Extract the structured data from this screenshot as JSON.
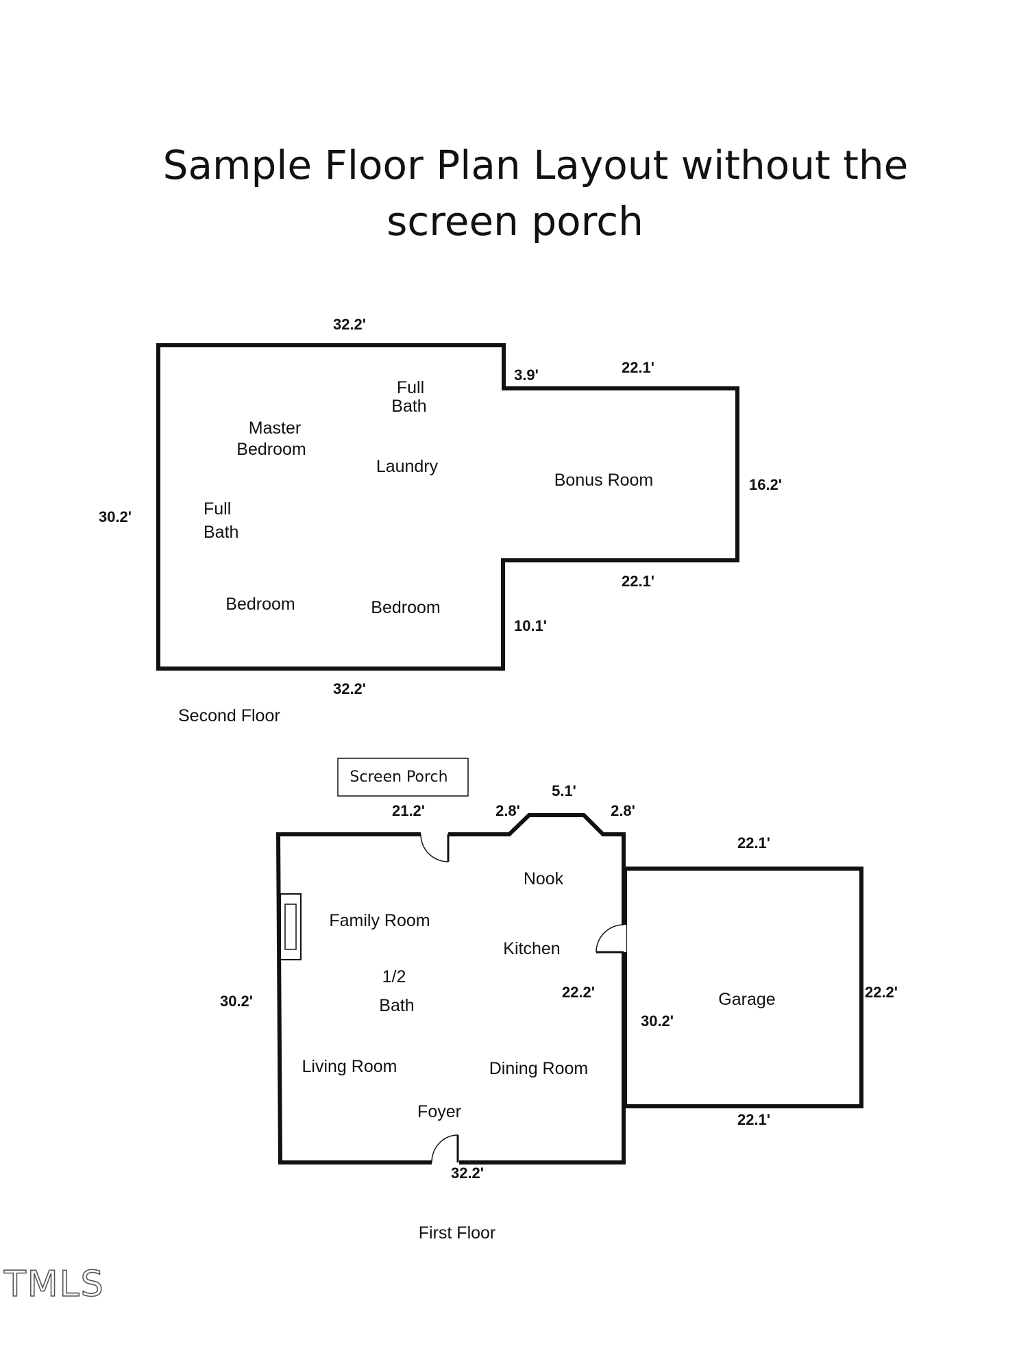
{
  "title": {
    "line1": "Sample Floor Plan Layout without the",
    "line2": "screen porch"
  },
  "second_floor": {
    "label": "Second Floor",
    "rooms": {
      "full_bath_top_1": "Full",
      "full_bath_top_2": "Bath",
      "master_1": "Master",
      "master_2": "Bedroom",
      "laundry": "Laundry",
      "bonus": "Bonus Room",
      "full_bath_left_1": "Full",
      "full_bath_left_2": "Bath",
      "bedroom_left": "Bedroom",
      "bedroom_right": "Bedroom"
    },
    "dims": {
      "top": "32.2'",
      "step_top": "3.9'",
      "wing_top": "22.1'",
      "right": "16.2'",
      "left": "30.2'",
      "wing_bottom": "22.1'",
      "step_bottom": "10.1'",
      "bottom": "32.2'"
    }
  },
  "first_floor": {
    "label": "First Floor",
    "screen_porch": "Screen Porch",
    "rooms": {
      "nook": "Nook",
      "family": "Family Room",
      "kitchen": "Kitchen",
      "half_bath_1": "1/2",
      "half_bath_2": "Bath",
      "living": "Living Room",
      "dining": "Dining Room",
      "foyer": "Foyer",
      "garage": "Garage"
    },
    "dims": {
      "top_left": "21.2'",
      "bay_left": "2.8'",
      "bay_top": "5.1'",
      "bay_right": "2.8'",
      "garage_top": "22.1'",
      "left": "30.2'",
      "kitchen_wall": "22.2'",
      "garage_left": "30.2'",
      "garage_right": "22.2'",
      "garage_bottom": "22.1'",
      "bottom": "32.2'"
    }
  },
  "watermark": "TMLS"
}
